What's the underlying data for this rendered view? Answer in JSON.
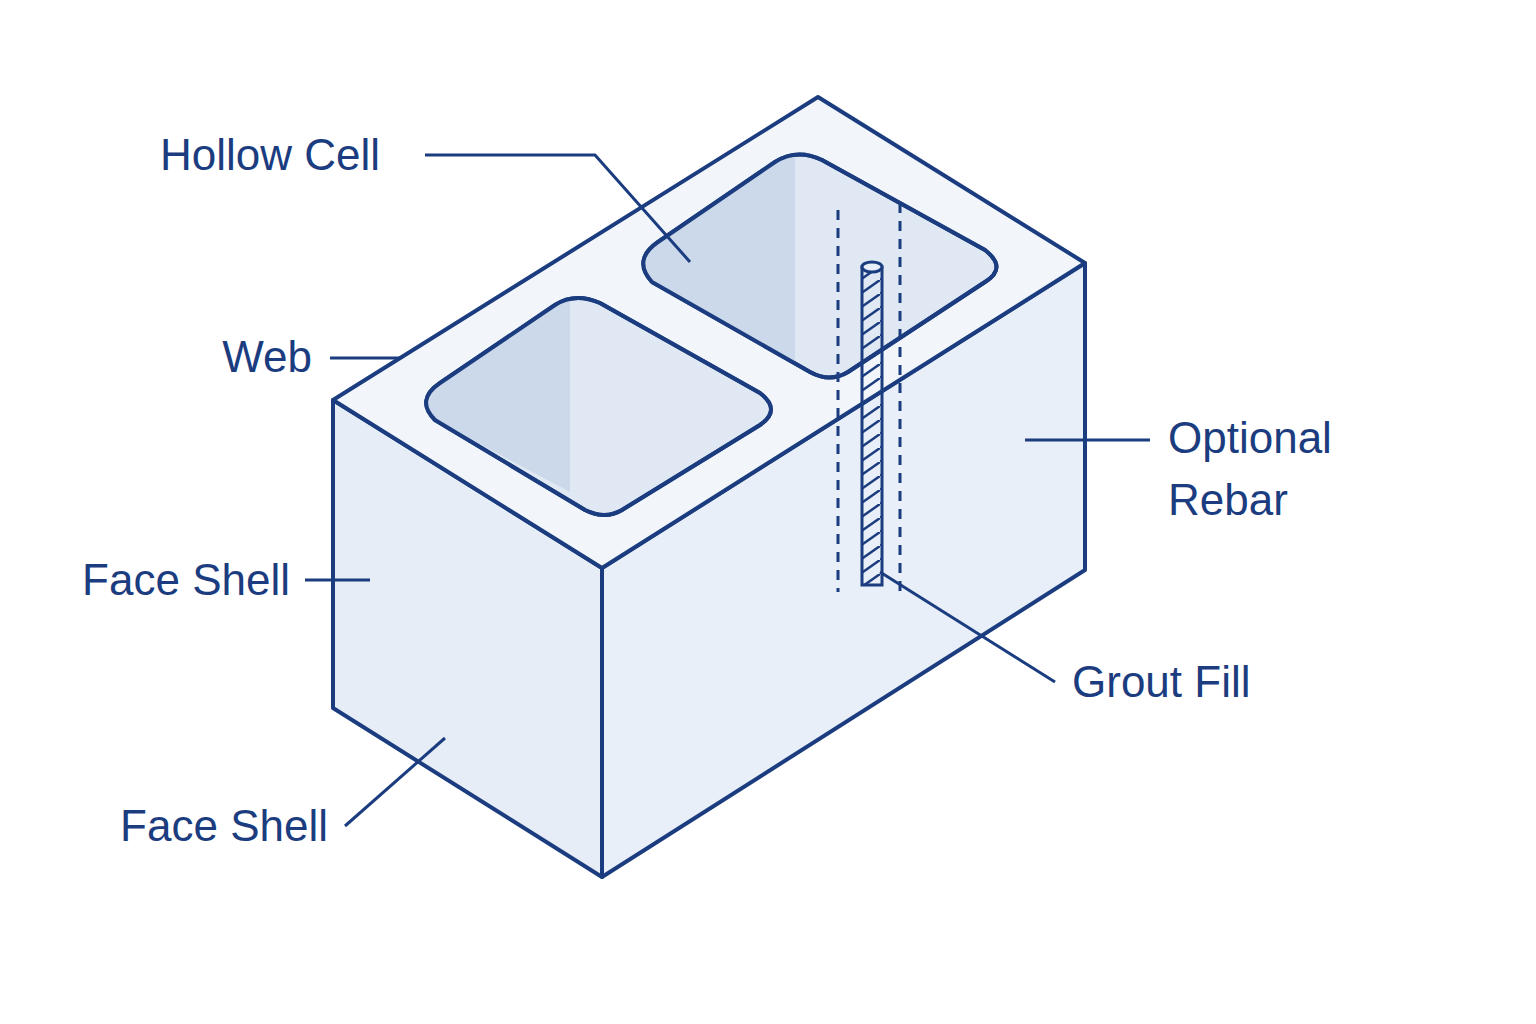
{
  "diagram": {
    "labels": [
      "Hollow Cell",
      "Web",
      "Face Shell",
      "Optional Rebar",
      "Grout Fill",
      "Face Shell"
    ]
  }
}
